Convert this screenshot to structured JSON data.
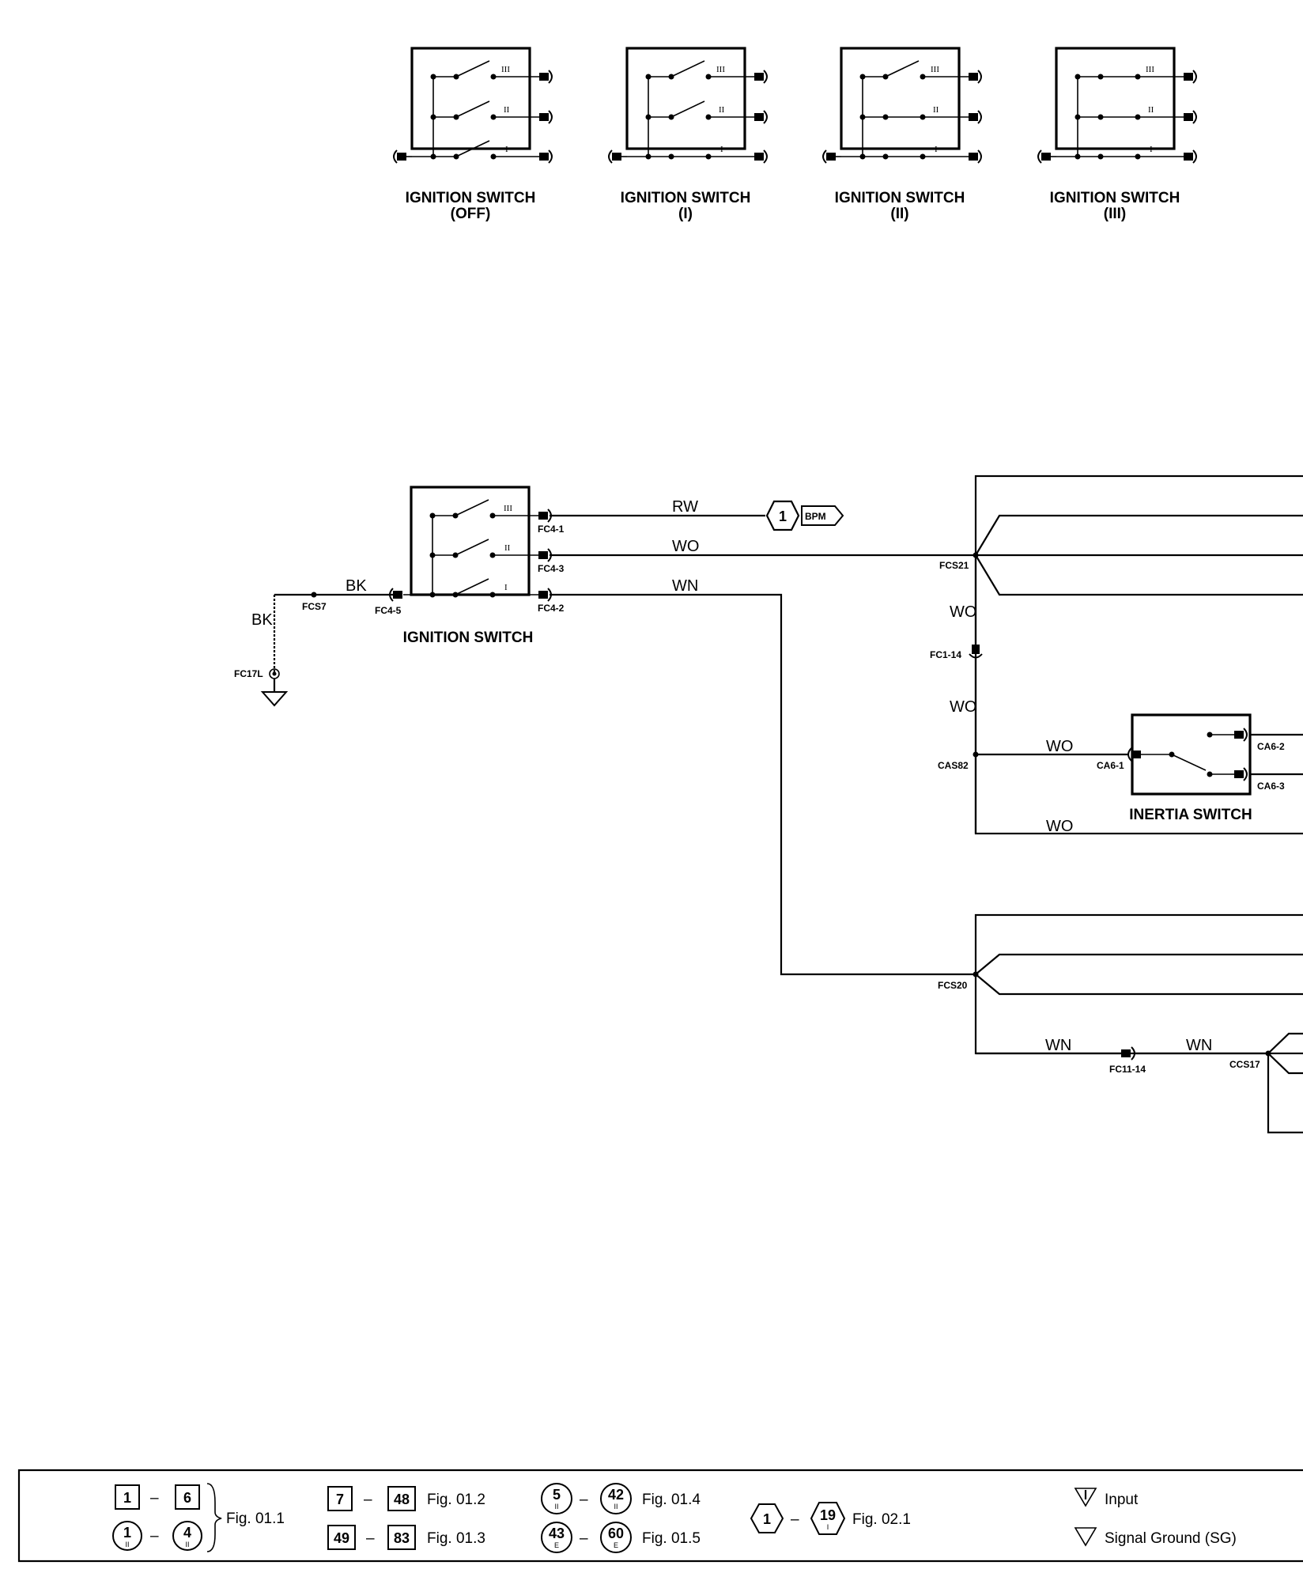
{
  "switch_positions": {
    "contacts": [
      "III",
      "II",
      "I"
    ],
    "diagrams": [
      {
        "title": "IGNITION SWITCH",
        "state": "(OFF)"
      },
      {
        "title": "IGNITION SWITCH",
        "state": "(I)"
      },
      {
        "title": "IGNITION SWITCH",
        "state": "(II)"
      },
      {
        "title": "IGNITION SWITCH",
        "state": "(III)"
      }
    ]
  },
  "circuit": {
    "ignition_switch": {
      "title": "IGNITION SWITCH",
      "contacts": [
        "III",
        "II",
        "I"
      ],
      "connectors": {
        "out1": "FC4-1",
        "out3": "FC4-3",
        "out2": "FC4-2",
        "in": "FC4-5"
      }
    },
    "ground": {
      "splice": "FCS7",
      "point": "FC17L",
      "wire_h": "BK",
      "wire_v": "BK"
    },
    "wires": {
      "rw": "RW",
      "wo": "WO",
      "wn": "WN"
    },
    "ref_tag": {
      "number": "1",
      "label": "BPM"
    },
    "upper_harness": {
      "splice": "FCS21",
      "wire_a": "WO",
      "connector": "FC1-14",
      "wire_b": "WO",
      "splice2": "CAS82",
      "wire_c": "WO",
      "wire_d": "WO"
    },
    "inertia_switch": {
      "title": "INERTIA SWITCH",
      "conn_in": "CA6-1",
      "conn_out1": "CA6-2",
      "conn_out2": "CA6-3"
    },
    "lower_harness": {
      "splice": "FCS20",
      "wire_a": "WN",
      "connector": "FC11-14",
      "wire_b": "WN",
      "splice2": "CCS17"
    }
  },
  "legend": {
    "group1": {
      "sq_from": "1",
      "sq_to": "6",
      "ci_from": "1",
      "ci_to": "4",
      "ci_sub": "II",
      "fig": "Fig. 01.1"
    },
    "group2": {
      "a_from": "7",
      "a_to": "48",
      "a_fig": "Fig. 01.2",
      "b_from": "49",
      "b_to": "83",
      "b_fig": "Fig. 01.3"
    },
    "group3": {
      "a_from": "5",
      "a_to": "42",
      "a_sub": "II",
      "a_fig": "Fig. 01.4",
      "b_from": "43",
      "b_to": "60",
      "b_sub": "E",
      "b_fig": "Fig. 01.5"
    },
    "group4": {
      "from": "1",
      "to": "19",
      "to_sub": "I",
      "fig": "Fig. 02.1"
    },
    "symbols": {
      "input": "Input",
      "signal_ground": "Signal Ground (SG)"
    },
    "dash": "–"
  }
}
